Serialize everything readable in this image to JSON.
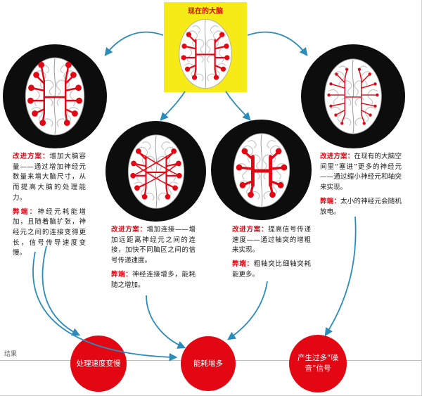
{
  "colors": {
    "accent_red": "#e30613",
    "highlight_yellow": "#f6eb16",
    "arrow_blue": "#2b8cba",
    "circle_black": "#0d0d0d"
  },
  "header": {
    "current_brain_label": "现在的大脑"
  },
  "branches": [
    {
      "id": "bigger-brain",
      "plan_label": "改进方案：",
      "plan_text": "增加大脑容量——通过增加神经元数量来增大脑尺寸，从而提高大脑的处理能力。",
      "con_label": "弊端：",
      "con_text": "神经元耗能增加，且随着脑扩张，神经元之间的连接变得更长，信号传导速度变慢。"
    },
    {
      "id": "more-connections",
      "plan_label": "改进方案：",
      "plan_text": "增加连接——增加远距离神经元之间的连接，加快不同脑区之间的信号传递速度。",
      "con_label": "弊端：",
      "con_text": "神经连接增多，能耗随之增加。"
    },
    {
      "id": "faster-signal",
      "plan_label": "改进方案：",
      "plan_text": "提高信号传递速度——通过轴突的增粗来实现。",
      "con_label": "弊端：",
      "con_text": "粗轴突比细轴突耗能更多。"
    },
    {
      "id": "smaller-neurons",
      "plan_label": "改进方案：",
      "plan_text": "在现有的大脑空间里“塞进”更多的神经元——通过缩小神经元和轴突来实现。",
      "con_label": "弊端：",
      "con_text": "太小的神经元会随机放电。"
    }
  ],
  "results": {
    "label": "结果",
    "items": [
      "处理速度变慢",
      "能耗增多",
      "产生过多“噪音”信号"
    ]
  },
  "icons": {
    "brain_current": "brain-illustration",
    "brain_bigger": "brain-illustration-bigger",
    "brain_connections": "brain-illustration-more-connections",
    "brain_thicker": "brain-illustration-thicker-axons",
    "brain_smaller": "brain-illustration-smaller-neurons",
    "arrows": "flow-arrow"
  }
}
